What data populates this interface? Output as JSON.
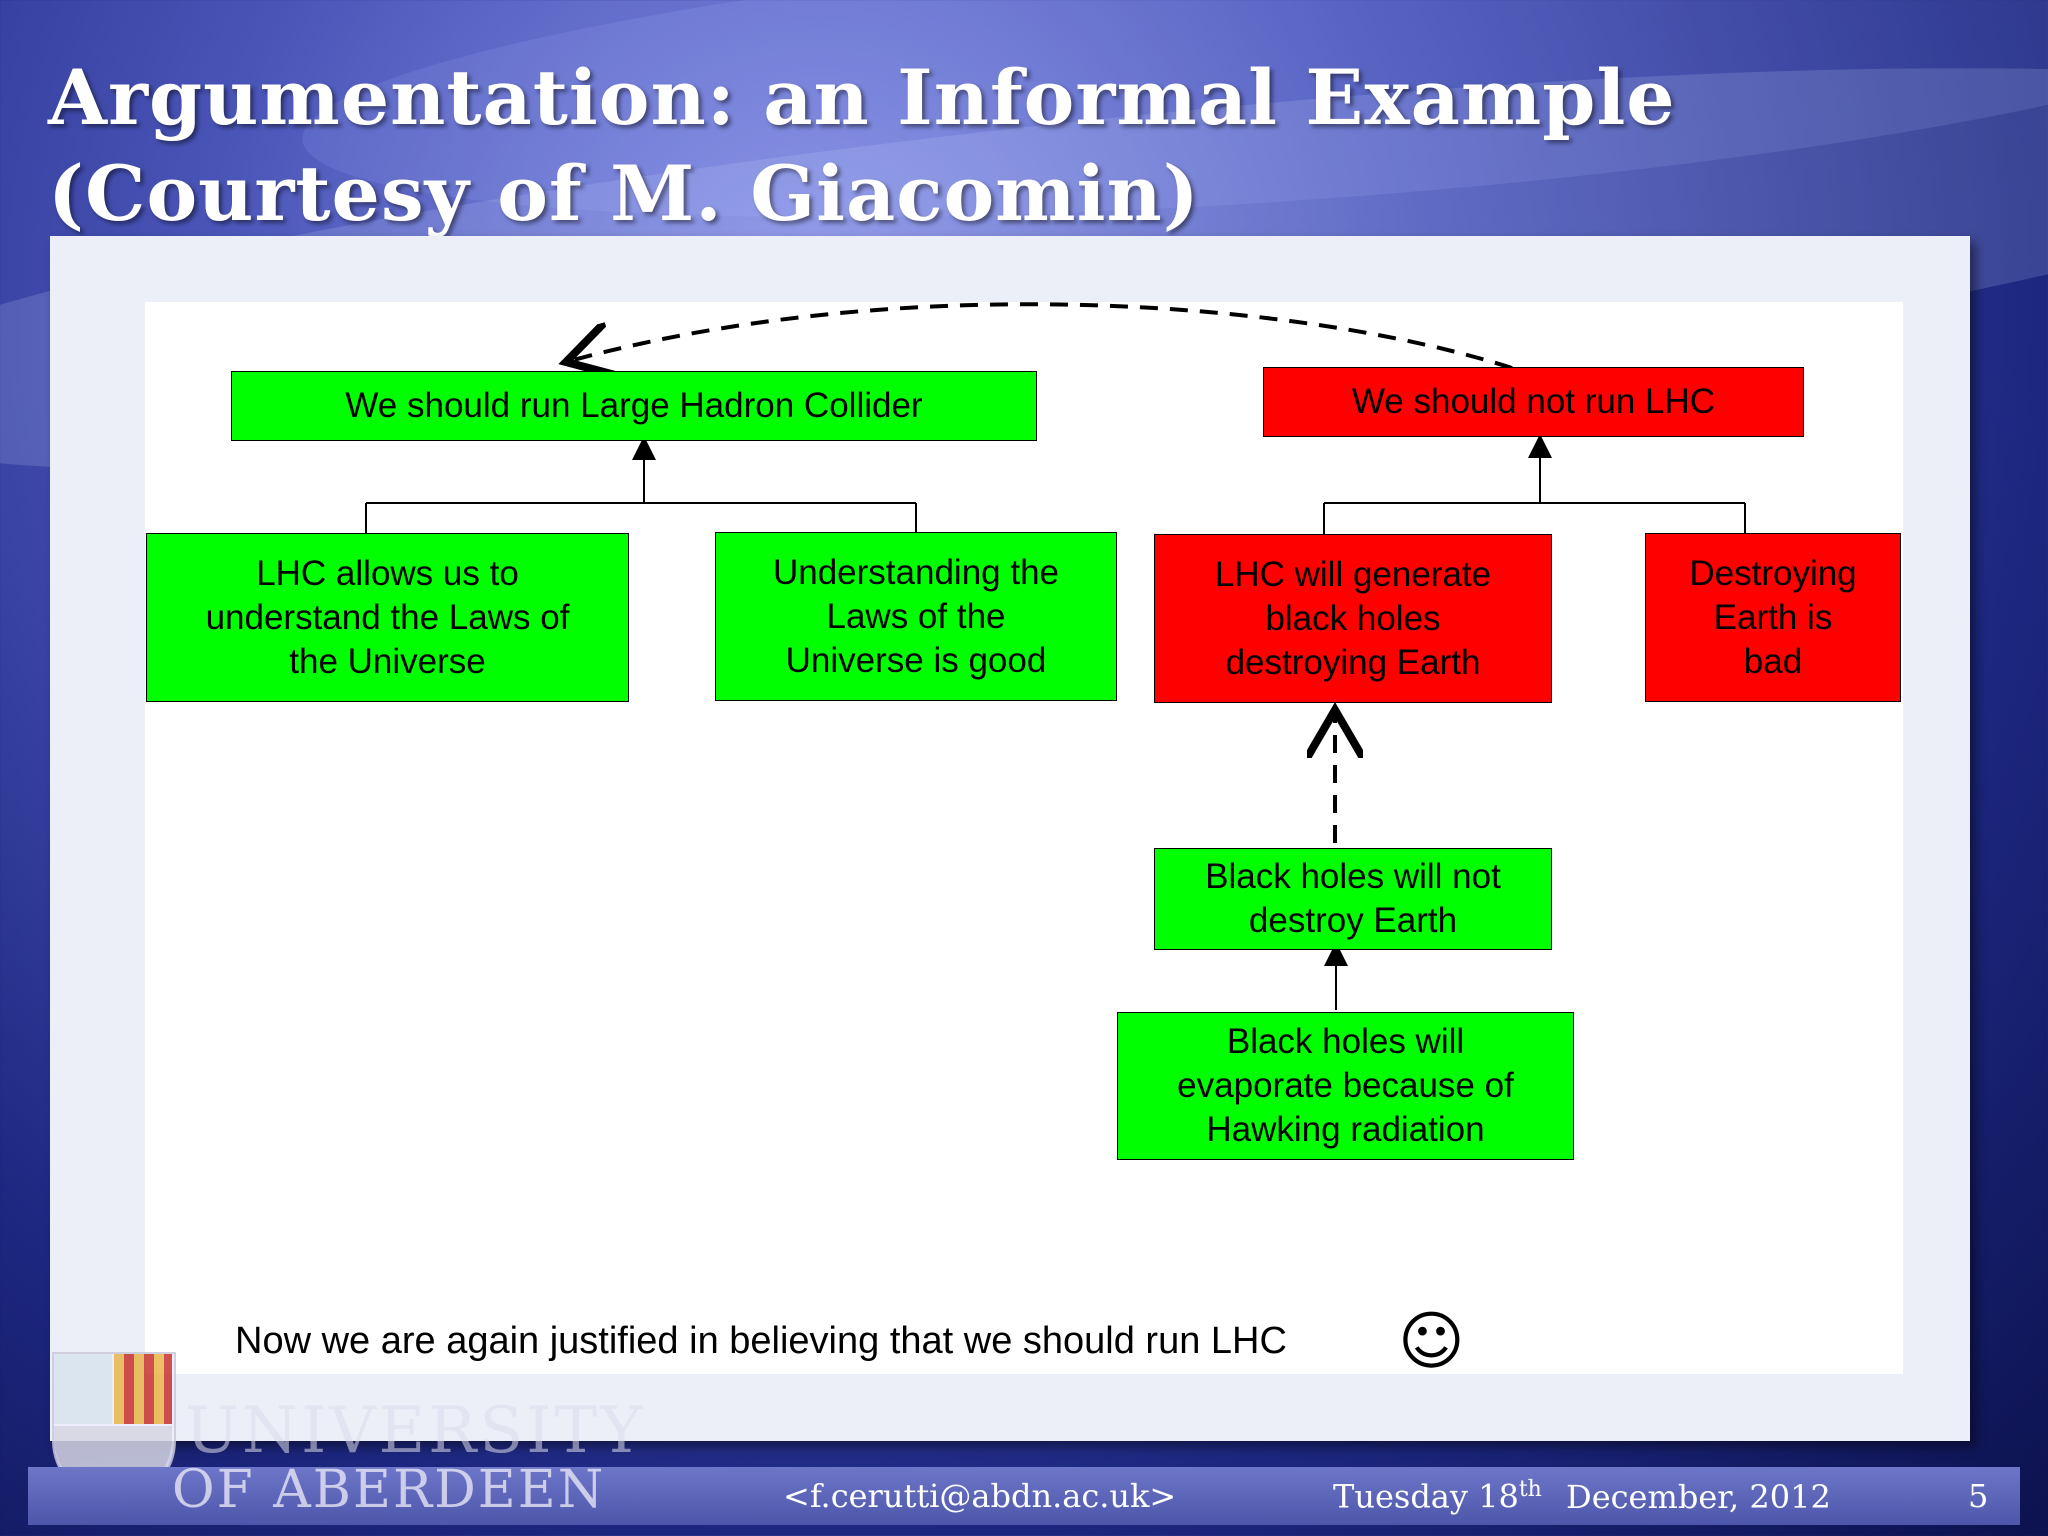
{
  "slide": {
    "title": "Argumentation: an Informal Example (Courtesy of M. Giacomin)"
  },
  "diagram": {
    "nodes": {
      "run_lhc": "We should run Large Hadron Collider",
      "not_run_lhc": "We should not run LHC",
      "lhc_laws": "LHC allows us to understand the Laws of the Universe",
      "laws_good": "Understanding the Laws of the Universe is good",
      "black_holes_destroy": "LHC will generate black holes destroying Earth",
      "destroying_bad": "Destroying Earth is bad",
      "bh_not_destroy": "Black holes will not destroy Earth",
      "bh_evaporate": "Black holes will evaporate because of Hawking radiation"
    },
    "colors": {
      "pro": "#00ff00",
      "con": "#ff0000"
    },
    "caption": "Now we are again justified in believing that we should run LHC",
    "smiley": "☺"
  },
  "footer": {
    "email": "<f.cerutti@abdn.ac.uk>",
    "date_prefix": "Tuesday 18",
    "date_sup": "th",
    "date_suffix": "December, 2012",
    "page": "5"
  },
  "logo": {
    "line1": "UNIVERSITY",
    "line2": "OF ABERDEEN"
  }
}
